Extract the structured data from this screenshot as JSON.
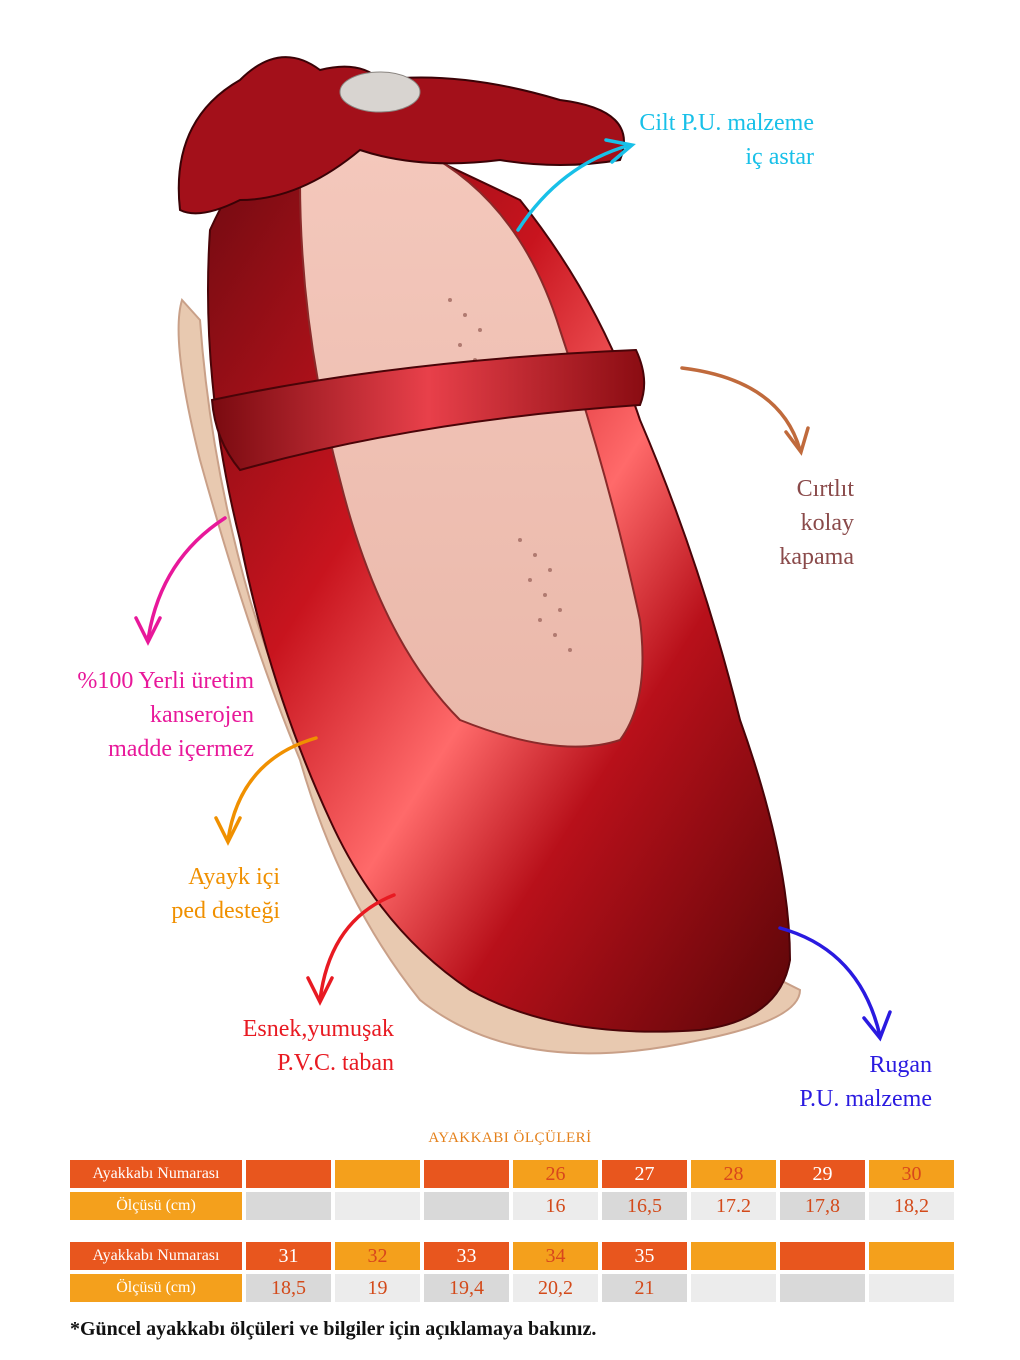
{
  "colors": {
    "lining": "#18c0e8",
    "strap": "#b8683a",
    "brown_text": "#8a4a4a",
    "local": "#e8189a",
    "pad": "#f09000",
    "sole": "#e81a22",
    "patent": "#2a1ae0",
    "orange_dark": "#e8561e",
    "orange_light": "#f4a01c",
    "gray_cell": "#d9d9d9",
    "gray_light": "#ececec",
    "shoe_red": "#b0121a"
  },
  "features": {
    "lining": [
      "Cilt P.U. malzeme",
      "iç astar"
    ],
    "closure": [
      "Cırtlıt",
      "kolay",
      "kapama"
    ],
    "local": [
      "%100 Yerli üretim",
      "kanserojen",
      "madde içermez"
    ],
    "pad": [
      "Ayayk içi",
      "ped desteği"
    ],
    "sole": [
      "Esnek,yumuşak",
      "P.V.C. taban"
    ],
    "material": [
      "Rugan",
      "P.U. malzeme"
    ]
  },
  "size_table": {
    "title": "AYAKKABI ÖLÇÜLERİ",
    "row_label_size": "Ayakkabı Numarası",
    "row_label_measure": "Ölçüsü (cm)",
    "block1_sizes": [
      "",
      "",
      "",
      "26",
      "27",
      "28",
      "29",
      "30"
    ],
    "block1_measures": [
      "",
      "",
      "",
      "16",
      "16,5",
      "17.2",
      "17,8",
      "18,2"
    ],
    "block2_sizes": [
      "31",
      "32",
      "33",
      "34",
      "35",
      "",
      "",
      ""
    ],
    "block2_measures": [
      "18,5",
      "19",
      "19,4",
      "20,2",
      "21",
      "",
      "",
      ""
    ]
  },
  "footnote": "*Güncel ayakkabı ölçüleri ve bilgiler için açıklamaya bakınız."
}
